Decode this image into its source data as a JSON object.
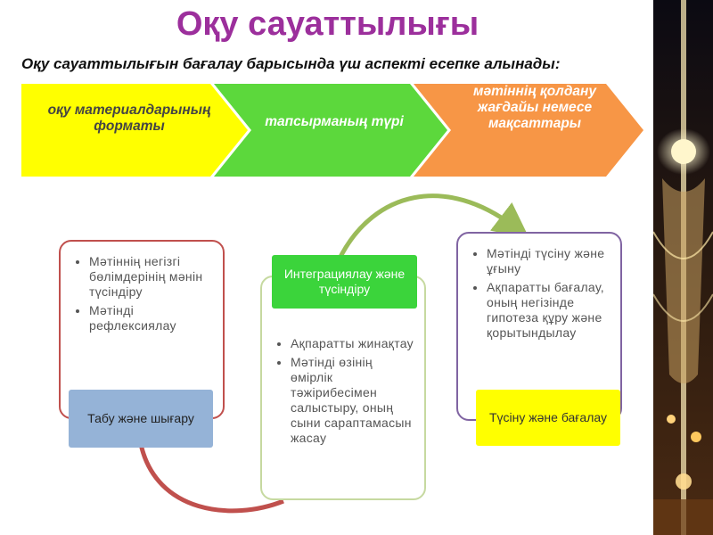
{
  "title": "Оқу сауаттылығы",
  "subtitle": "Оқу сауаттылығын бағалау барысында үш аспекті есепке алынады:",
  "chevrons": [
    {
      "label": "оқу материалдарының форматы",
      "color": "#ffff00"
    },
    {
      "label": "тапсырманың түрі",
      "color": "#5cd83c"
    },
    {
      "label": "мәтіннің қолдану жағдайы немесе мақсаттары",
      "color": "#f79646"
    }
  ],
  "cycle": [
    {
      "items": [
        "Мәтіннің негізгі бөлімдерінің мәнін түсіндіру",
        "Мәтінді рефлексиялау"
      ],
      "label": "Табу және шығару",
      "border_color": "#c0504d",
      "label_color": "#95b3d7"
    },
    {
      "items": [
        "Ақпаратты жинақтау",
        "Мәтінді өзінің өмірлік тәжірибесімен салыстыру, оның сыни сараптамасын жасау"
      ],
      "label": "Интеграциялау және түсіндіру",
      "border_color": "#9bbb59",
      "label_color": "#3bd43b"
    },
    {
      "items": [
        "Мәтінді түсіну және ұғыну",
        "Ақпаратты бағалау, оның негізінде гипотеза құру және қорытындылау"
      ],
      "label": "Түсіну және бағалау",
      "border_color": "#8064a2",
      "label_color": "#ffff00"
    }
  ],
  "arc_colors": {
    "left": "#c0504d",
    "right": "#9bbb59"
  }
}
